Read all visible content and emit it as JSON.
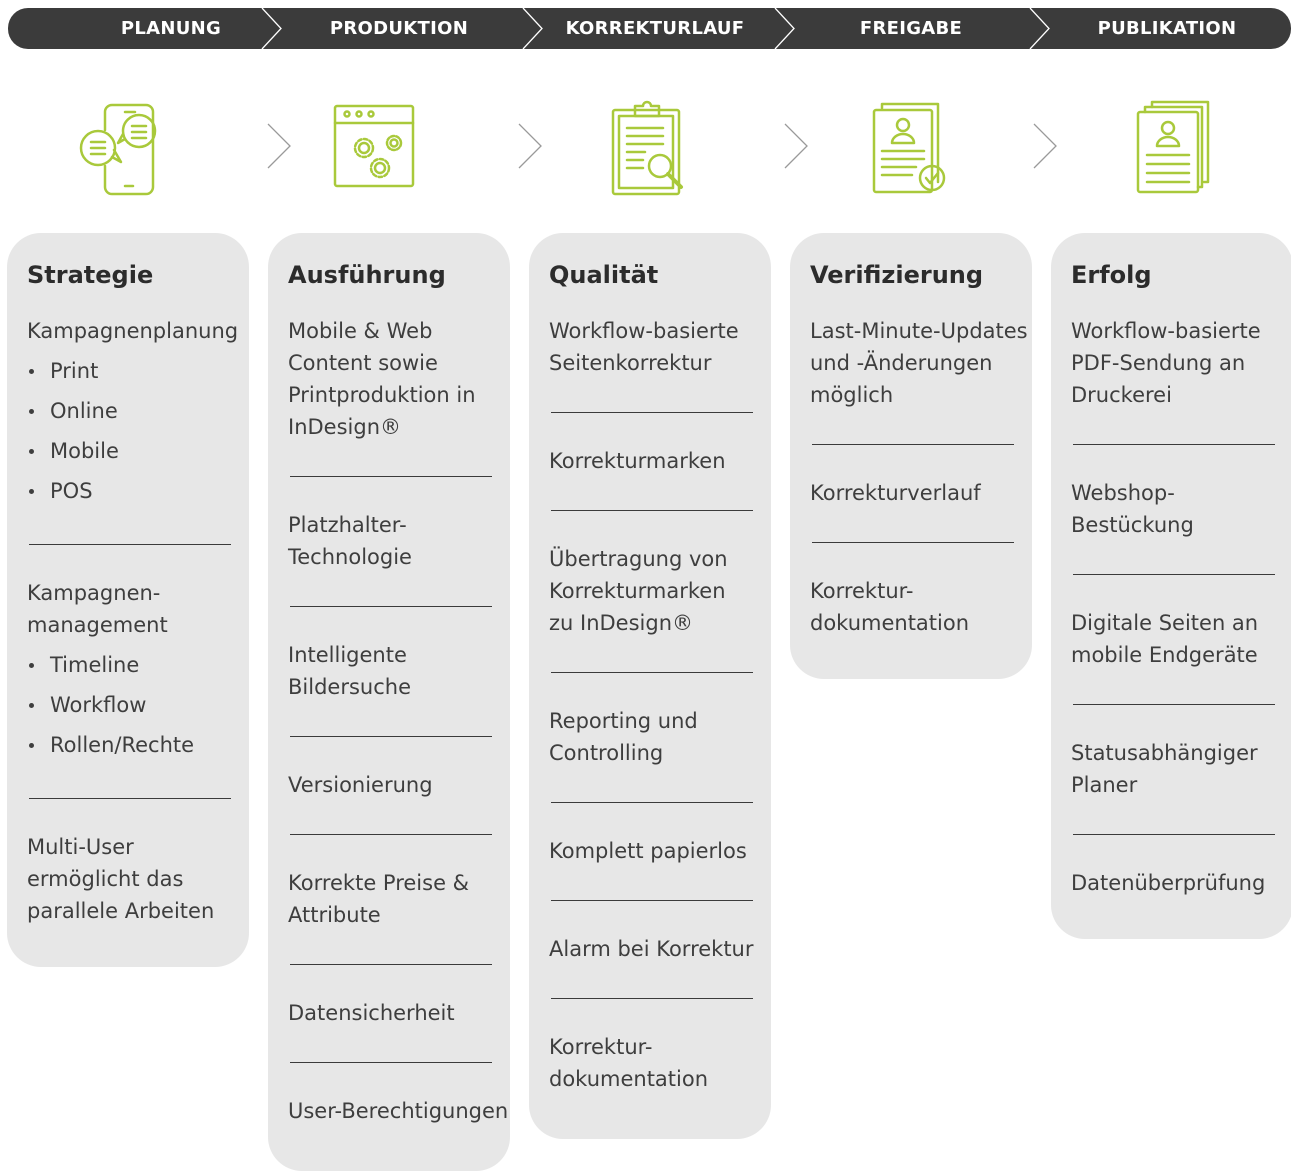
{
  "stages": [
    {
      "label": "PLANUNG",
      "icon": "chat-smartphone-icon",
      "title": "Strategie",
      "items": [
        {
          "lines": [
            "Kampagnenplanung"
          ],
          "bullets": [
            "Print",
            "Online",
            "Mobile",
            "POS"
          ]
        },
        {
          "lines": [
            "Kampagnen-",
            "management"
          ],
          "bullets": [
            "Timeline",
            "Workflow",
            "Rollen/Rechte"
          ]
        },
        {
          "lines": [
            "Multi-User",
            "ermöglicht das",
            "parallele Arbeiten"
          ],
          "bullets": []
        }
      ]
    },
    {
      "label": "PRODUKTION",
      "icon": "browser-gears-icon",
      "title": "Ausführung",
      "items": [
        {
          "lines": [
            "Mobile & Web",
            "Content sowie",
            "Printproduktion in",
            "InDesign®"
          ],
          "bullets": []
        },
        {
          "lines": [
            "Platzhalter-",
            "Technologie"
          ],
          "bullets": []
        },
        {
          "lines": [
            "Intelligente",
            "Bildersuche"
          ],
          "bullets": []
        },
        {
          "lines": [
            "Versionierung"
          ],
          "bullets": []
        },
        {
          "lines": [
            "Korrekte Preise &",
            "Attribute"
          ],
          "bullets": []
        },
        {
          "lines": [
            "Datensicherheit"
          ],
          "bullets": []
        },
        {
          "lines": [
            "User-Berechtigungen"
          ],
          "bullets": []
        }
      ]
    },
    {
      "label": "KORREKTURLAUF",
      "icon": "clipboard-magnifier-icon",
      "title": "Qualität",
      "items": [
        {
          "lines": [
            "Workflow-basierte",
            "Seitenkorrektur"
          ],
          "bullets": []
        },
        {
          "lines": [
            "Korrekturmarken"
          ],
          "bullets": []
        },
        {
          "lines": [
            "Übertragung von",
            "Korrekturmarken",
            "zu InDesign®"
          ],
          "bullets": []
        },
        {
          "lines": [
            "Reporting und",
            "Controlling"
          ],
          "bullets": []
        },
        {
          "lines": [
            "Komplett papierlos"
          ],
          "bullets": []
        },
        {
          "lines": [
            "Alarm bei Korrektur"
          ],
          "bullets": []
        },
        {
          "lines": [
            "Korrektur-",
            "dokumentation"
          ],
          "bullets": []
        }
      ]
    },
    {
      "label": "FREIGABE",
      "icon": "document-approved-icon",
      "title": "Verifizierung",
      "items": [
        {
          "lines": [
            "Last-Minute-Updates",
            "und -Änderungen",
            "möglich"
          ],
          "bullets": []
        },
        {
          "lines": [
            "Korrekturverlauf"
          ],
          "bullets": []
        },
        {
          "lines": [
            "Korrektur-",
            "dokumentation"
          ],
          "bullets": []
        }
      ]
    },
    {
      "label": "PUBLIKATION",
      "icon": "document-stack-profile-icon",
      "title": "Erfolg",
      "items": [
        {
          "lines": [
            "Workflow-basierte",
            "PDF-Sendung an",
            "Druckerei"
          ],
          "bullets": []
        },
        {
          "lines": [
            "Webshop-",
            "Bestückung"
          ],
          "bullets": []
        },
        {
          "lines": [
            "Digitale Seiten an",
            "mobile Endgeräte"
          ],
          "bullets": []
        },
        {
          "lines": [
            "Statusabhängiger",
            "Planer"
          ],
          "bullets": []
        },
        {
          "lines": [
            "Datenüberprüfung"
          ],
          "bullets": []
        }
      ]
    }
  ],
  "colors": {
    "bar": "#3b3b3b",
    "bar_text": "#ffffff",
    "accent": "#a9c93b",
    "card": "#e7e7e7",
    "text": "#3e3e3e",
    "chevron": "#9a9a9a"
  }
}
